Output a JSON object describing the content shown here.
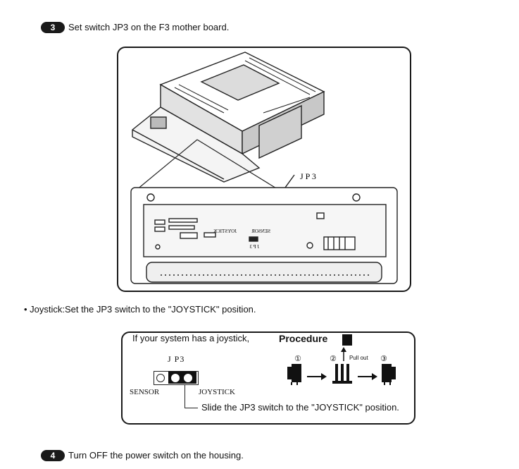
{
  "step3": {
    "number": "3",
    "text": "Set switch JP3 on the F3 mother board."
  },
  "figure1": {
    "jp3_label": "J P 3",
    "board_labels": {
      "joystick_mirrored": "JOYSTICK",
      "sensor_mirrored": "SENSOR",
      "jp3_small": "J P 3"
    }
  },
  "joystick_note": "• Joystick:Set the JP3 switch to the \"JOYSTICK\" position.",
  "figure2": {
    "intro": "If your system has a joystick,",
    "jp3_label": "J P3",
    "sensor_label": "SENSOR",
    "joystick_label": "JOYSTICK",
    "instruction": "Slide the JP3 switch to the \"JOYSTICK\" position.",
    "procedure": {
      "title": "Procedure",
      "steps": [
        "①",
        "②",
        "③"
      ],
      "pull_out": "Pull out"
    }
  },
  "step4": {
    "number": "4",
    "text": "Turn OFF the power switch on the housing."
  }
}
